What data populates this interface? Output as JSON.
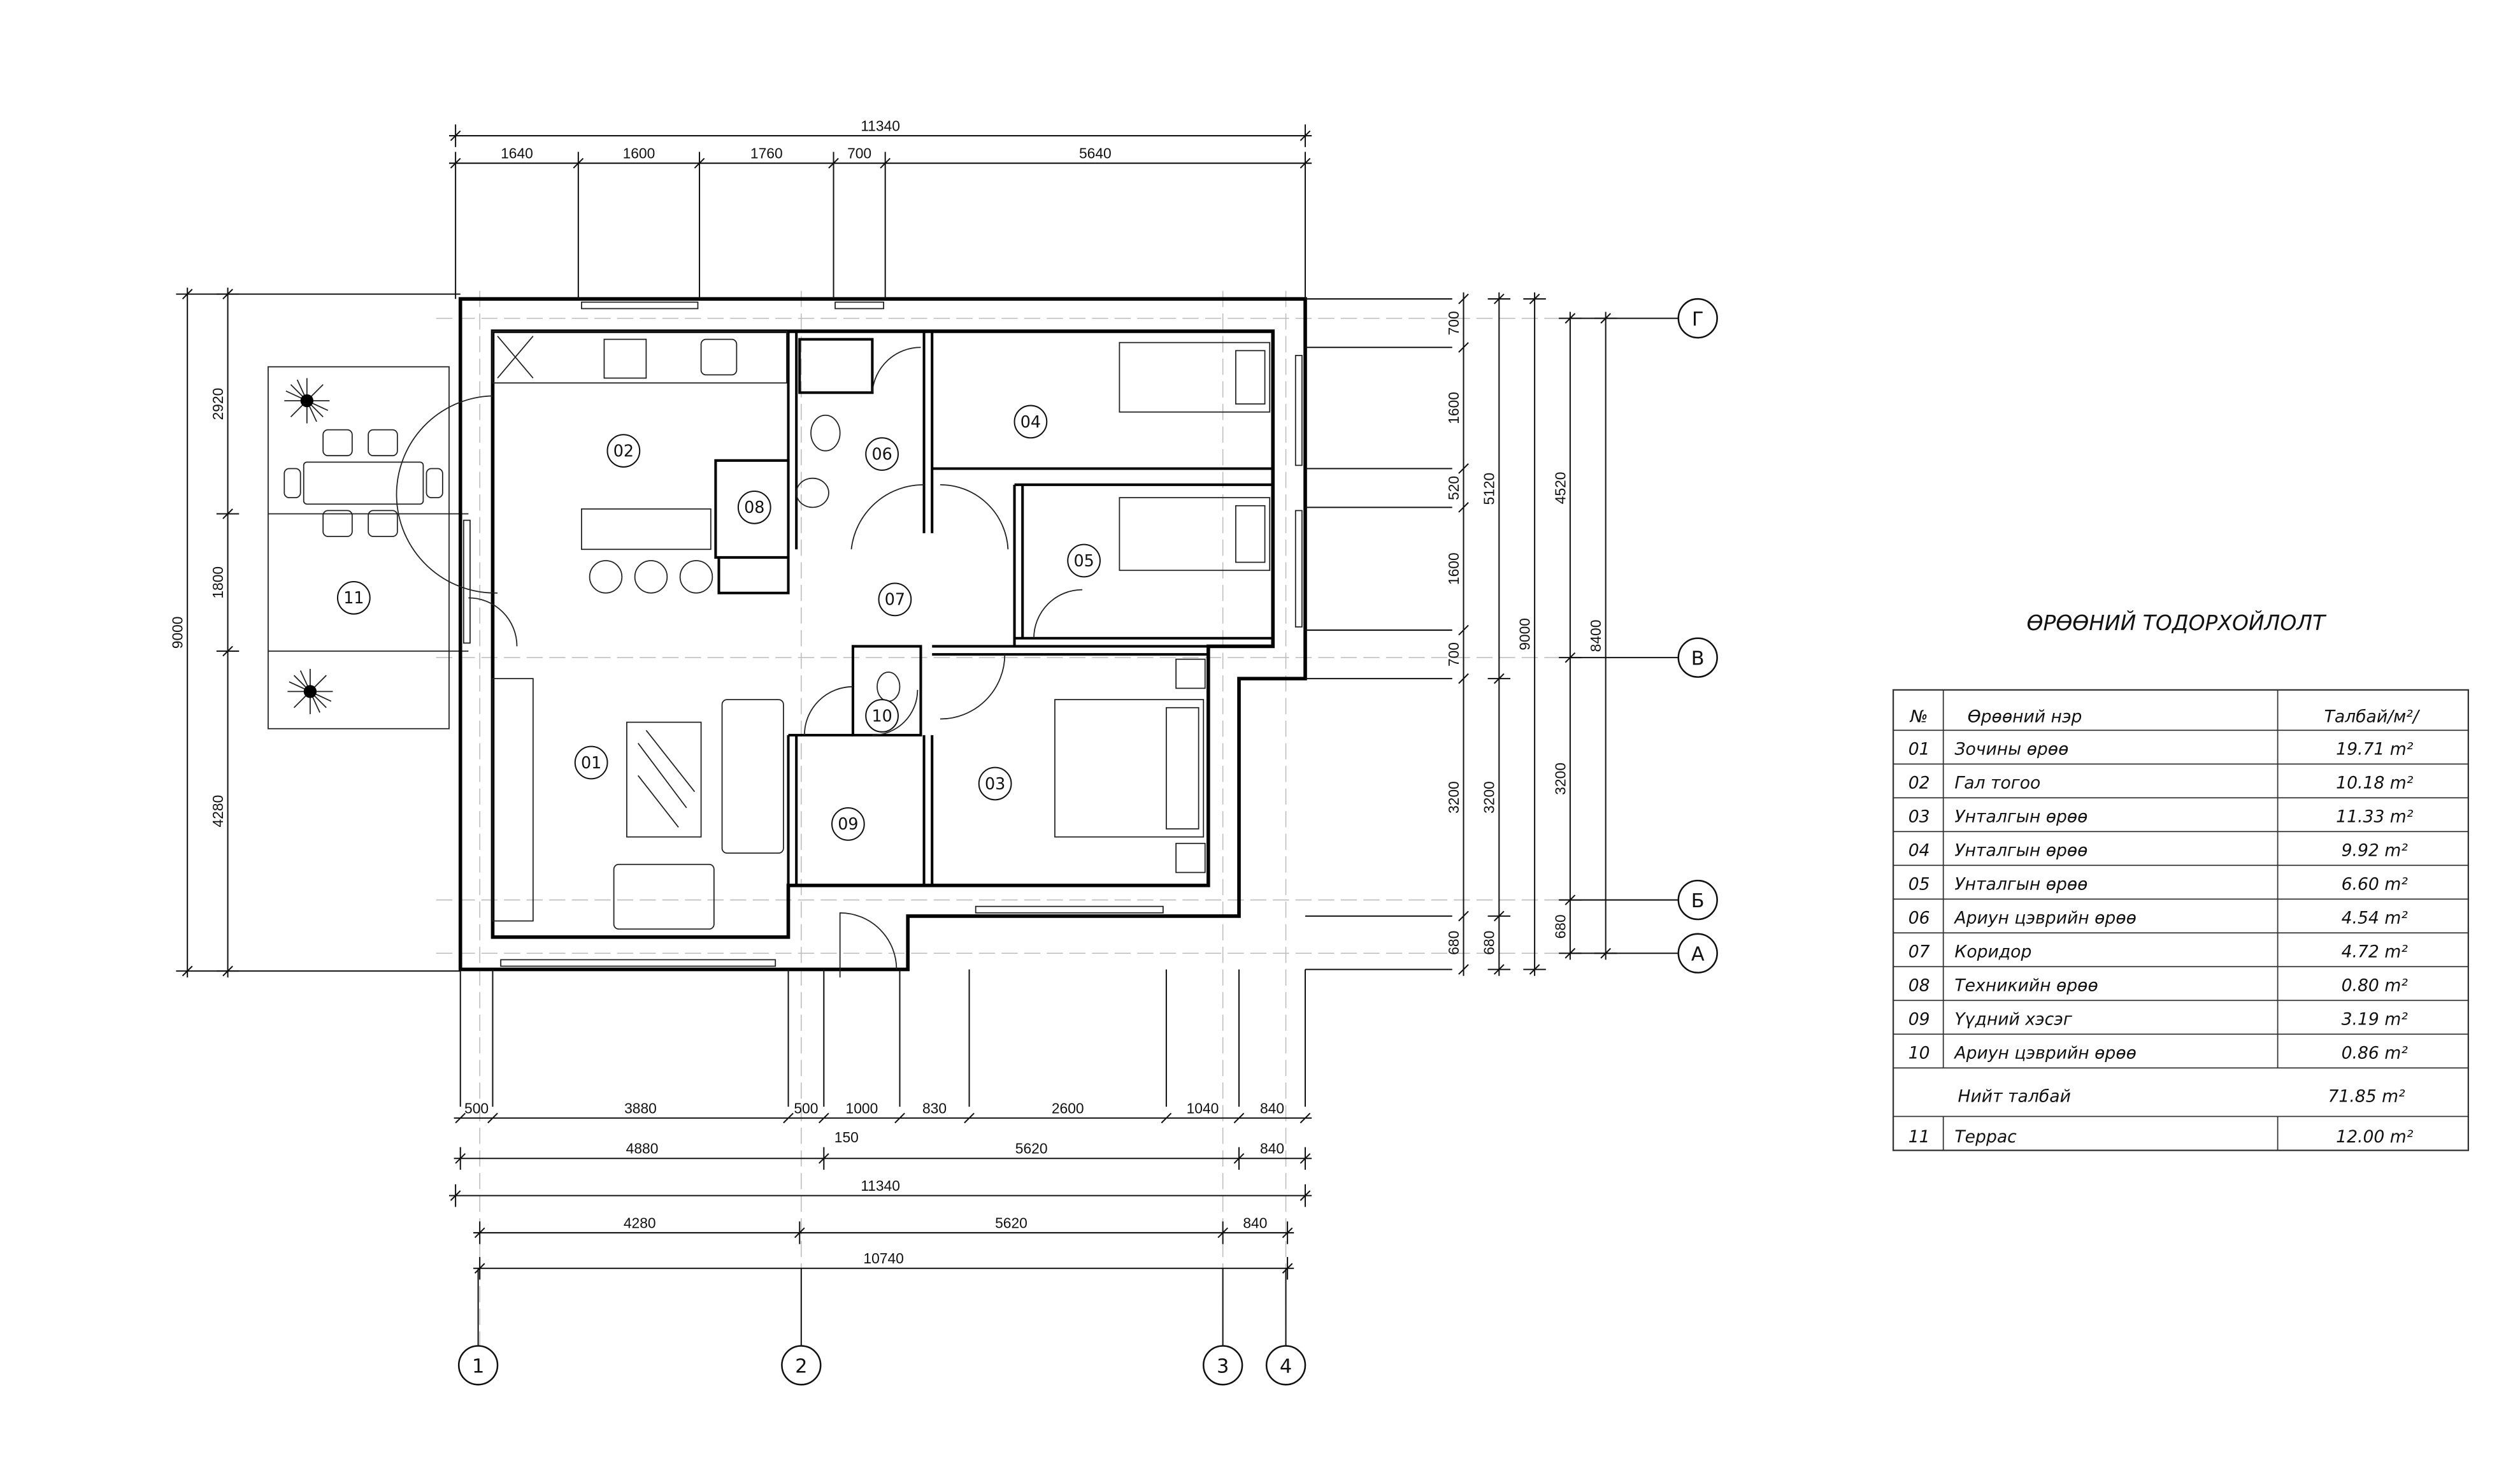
{
  "dimensions": {
    "top_overall": "11340",
    "top_chain": [
      "1640",
      "1600",
      "1760",
      "700",
      "5640"
    ],
    "left_overall": "9000",
    "left_chain": [
      "2920",
      "1800",
      "4280"
    ],
    "right_chain_1": [
      "700",
      "1600",
      "520",
      "1600",
      "700",
      "3200",
      "680"
    ],
    "right_chain_2": [
      "5120",
      "3200",
      "680"
    ],
    "right_overall_1": "9000",
    "right_chain_3": [
      "4520",
      "3200",
      "680"
    ],
    "right_overall_2": "8400",
    "bottom_chain_1": [
      "500",
      "3880",
      "500",
      "1000",
      "830",
      "2600",
      "1040",
      "840"
    ],
    "bottom_note": "150",
    "bottom_chain_2": [
      "4880",
      "5620",
      "840"
    ],
    "bottom_overall_1": "11340",
    "bottom_chain_3": [
      "4280",
      "5620",
      "840"
    ],
    "bottom_overall_2": "10740"
  },
  "axes": {
    "rows": [
      "Г",
      "В",
      "Б",
      "А"
    ],
    "columns": [
      "1",
      "2",
      "3",
      "4"
    ]
  },
  "rooms": [
    "01",
    "02",
    "03",
    "04",
    "05",
    "06",
    "07",
    "08",
    "09",
    "10",
    "11"
  ],
  "schedule": {
    "title": "ӨРӨӨНИЙ ТОДОРХОЙЛОЛТ",
    "headers": {
      "no": "№",
      "name": "Өрөөний нэр",
      "area": "Талбай/м²/"
    },
    "rows": [
      {
        "no": "01",
        "name": "Зочины өрөө",
        "area": "19.71 m²"
      },
      {
        "no": "02",
        "name": "Гал тогоо",
        "area": "10.18 m²"
      },
      {
        "no": "03",
        "name": "Унталгын өрөө",
        "area": "11.33 m²"
      },
      {
        "no": "04",
        "name": "Унталгын өрөө",
        "area": "9.92 m²"
      },
      {
        "no": "05",
        "name": "Унталгын өрөө",
        "area": "6.60 m²"
      },
      {
        "no": "06",
        "name": "Ариун цэврийн өрөө",
        "area": "4.54 m²"
      },
      {
        "no": "07",
        "name": "Коридор",
        "area": "4.72 m²"
      },
      {
        "no": "08",
        "name": "Техникийн өрөө",
        "area": "0.80 m²"
      },
      {
        "no": "09",
        "name": "Үүдний хэсэг",
        "area": "3.19 m²"
      },
      {
        "no": "10",
        "name": "Ариун цэврийн өрөө",
        "area": "0.86 m²"
      }
    ],
    "total": {
      "name": "Нийт талбай",
      "area": "71.85 m²"
    },
    "terrace": {
      "no": "11",
      "name": "Террас",
      "area": "12.00 m²"
    }
  }
}
